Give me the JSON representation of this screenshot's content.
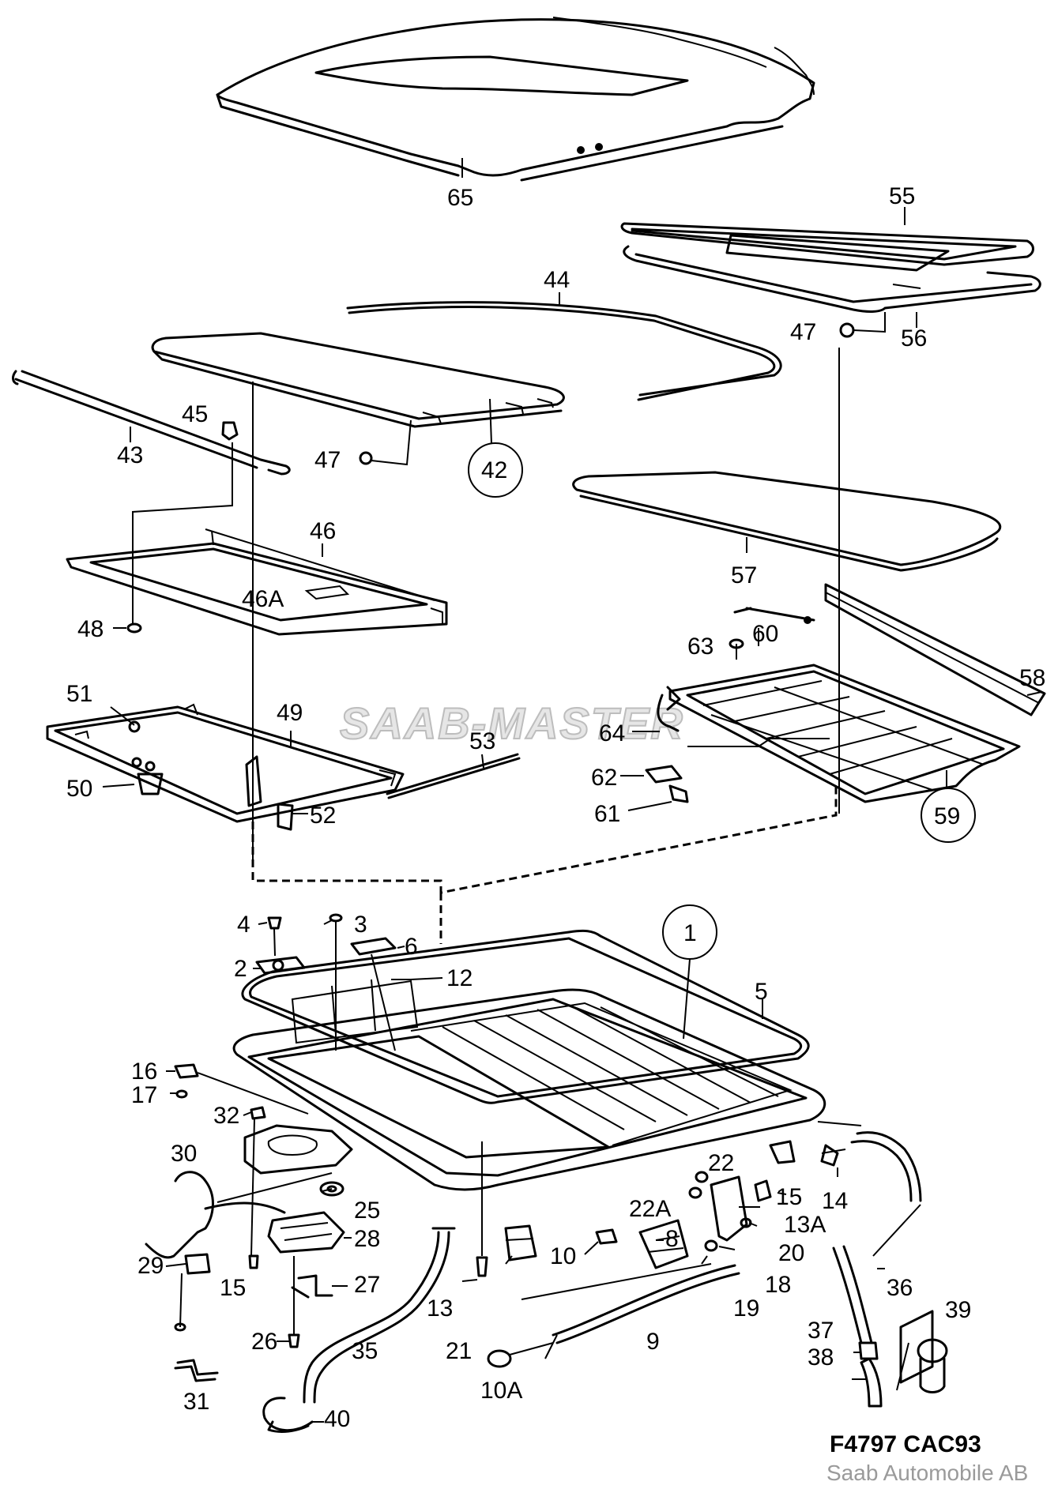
{
  "diagram": {
    "watermark": "SAAB-MASTER",
    "drawing_code": "F4797 CAC93",
    "copyright": "Saab Automobile AB",
    "callouts": [
      {
        "id": "65",
        "label": "65",
        "circled": false
      },
      {
        "id": "55",
        "label": "55",
        "circled": false
      },
      {
        "id": "44",
        "label": "44",
        "circled": false
      },
      {
        "id": "56",
        "label": "56",
        "circled": false
      },
      {
        "id": "47a",
        "label": "47",
        "circled": false
      },
      {
        "id": "45",
        "label": "45",
        "circled": false
      },
      {
        "id": "43",
        "label": "43",
        "circled": false
      },
      {
        "id": "47b",
        "label": "47",
        "circled": false
      },
      {
        "id": "42",
        "label": "42",
        "circled": true
      },
      {
        "id": "57",
        "label": "57",
        "circled": false
      },
      {
        "id": "46",
        "label": "46",
        "circled": false
      },
      {
        "id": "46A",
        "label": "46A",
        "circled": false
      },
      {
        "id": "48",
        "label": "48",
        "circled": false
      },
      {
        "id": "63",
        "label": "63",
        "circled": false
      },
      {
        "id": "60",
        "label": "60",
        "circled": false
      },
      {
        "id": "58",
        "label": "58",
        "circled": false
      },
      {
        "id": "51",
        "label": "51",
        "circled": false
      },
      {
        "id": "49",
        "label": "49",
        "circled": false
      },
      {
        "id": "53",
        "label": "53",
        "circled": false
      },
      {
        "id": "64",
        "label": "64",
        "circled": false
      },
      {
        "id": "62",
        "label": "62",
        "circled": false
      },
      {
        "id": "50",
        "label": "50",
        "circled": false
      },
      {
        "id": "52",
        "label": "52",
        "circled": false
      },
      {
        "id": "61",
        "label": "61",
        "circled": false
      },
      {
        "id": "59",
        "label": "59",
        "circled": true
      },
      {
        "id": "1",
        "label": "1",
        "circled": true
      },
      {
        "id": "4",
        "label": "4",
        "circled": false
      },
      {
        "id": "3",
        "label": "3",
        "circled": false
      },
      {
        "id": "6",
        "label": "6",
        "circled": false
      },
      {
        "id": "2",
        "label": "2",
        "circled": false
      },
      {
        "id": "12",
        "label": "12",
        "circled": false
      },
      {
        "id": "5",
        "label": "5",
        "circled": false
      },
      {
        "id": "16",
        "label": "16",
        "circled": false
      },
      {
        "id": "17",
        "label": "17",
        "circled": false
      },
      {
        "id": "32",
        "label": "32",
        "circled": false
      },
      {
        "id": "22",
        "label": "22",
        "circled": false
      },
      {
        "id": "15a",
        "label": "15",
        "circled": false
      },
      {
        "id": "14",
        "label": "14",
        "circled": false
      },
      {
        "id": "30",
        "label": "30",
        "circled": false
      },
      {
        "id": "25",
        "label": "25",
        "circled": false
      },
      {
        "id": "22A",
        "label": "22A",
        "circled": false
      },
      {
        "id": "13A",
        "label": "13A",
        "circled": false
      },
      {
        "id": "8",
        "label": "8",
        "circled": false
      },
      {
        "id": "28",
        "label": "28",
        "circled": false
      },
      {
        "id": "20",
        "label": "20",
        "circled": false
      },
      {
        "id": "10",
        "label": "10",
        "circled": false
      },
      {
        "id": "29",
        "label": "29",
        "circled": false
      },
      {
        "id": "15b",
        "label": "15",
        "circled": false
      },
      {
        "id": "27",
        "label": "27",
        "circled": false
      },
      {
        "id": "18",
        "label": "18",
        "circled": false
      },
      {
        "id": "36",
        "label": "36",
        "circled": false
      },
      {
        "id": "39",
        "label": "39",
        "circled": false
      },
      {
        "id": "13",
        "label": "13",
        "circled": false
      },
      {
        "id": "19",
        "label": "19",
        "circled": false
      },
      {
        "id": "37",
        "label": "37",
        "circled": false
      },
      {
        "id": "26",
        "label": "26",
        "circled": false
      },
      {
        "id": "35",
        "label": "35",
        "circled": false
      },
      {
        "id": "21",
        "label": "21",
        "circled": false
      },
      {
        "id": "9",
        "label": "9",
        "circled": false
      },
      {
        "id": "38",
        "label": "38",
        "circled": false
      },
      {
        "id": "31",
        "label": "31",
        "circled": false
      },
      {
        "id": "10A",
        "label": "10A",
        "circled": false
      },
      {
        "id": "40",
        "label": "40",
        "circled": false
      }
    ]
  }
}
